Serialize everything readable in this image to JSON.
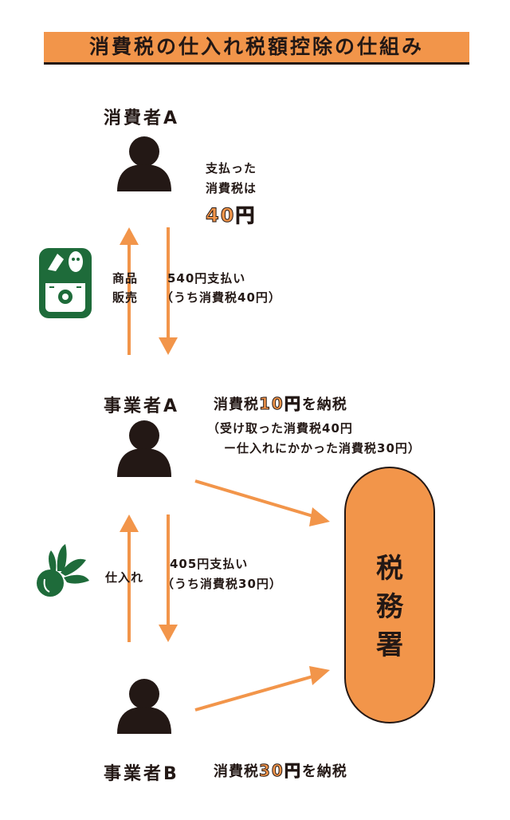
{
  "title": "消費税の仕入れ税額控除の仕組み",
  "consumer_a": {
    "name": "消費者A",
    "note_line1": "支払った",
    "note_line2": "消費税は",
    "note_amount": "40円"
  },
  "transaction_a": {
    "goods_line1": "商品",
    "goods_line2": "販売",
    "payment_line1": "540円支払い",
    "payment_line2": "（うち消費税40円）"
  },
  "business_a": {
    "name": "事業者A",
    "tax_prefix": "消費税",
    "tax_amount": "10円",
    "tax_suffix": "を納税",
    "calc_line1": "（受け取った消費税40円",
    "calc_line2": "ー仕入れにかかった消費税30円）"
  },
  "transaction_b": {
    "purchase_label": "仕入れ",
    "payment_line1": "405円支払い",
    "payment_line2": "（うち消費税30円）"
  },
  "business_b": {
    "name": "事業者B",
    "tax_prefix": "消費税",
    "tax_amount": "30円",
    "tax_suffix": "を納税"
  },
  "tax_office": {
    "char1": "税",
    "char2": "務",
    "char3": "署"
  },
  "colors": {
    "accent_orange": "#f2954a",
    "dark": "#231815",
    "green": "#1e6b3a"
  },
  "icons": [
    "person-icon",
    "shop-register-icon",
    "radish-icon",
    "arrow-up-icon",
    "arrow-down-icon",
    "arrow-right-icon"
  ]
}
